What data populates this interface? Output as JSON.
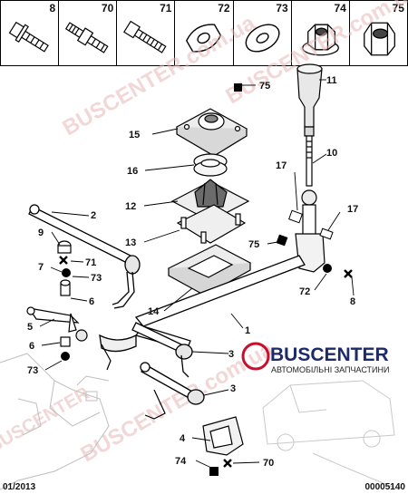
{
  "hardware": [
    {
      "num": "8",
      "icon": "bolt-flange-icon"
    },
    {
      "num": "70",
      "icon": "stud-bolt-icon"
    },
    {
      "num": "71",
      "icon": "threaded-bolt-icon"
    },
    {
      "num": "72",
      "icon": "curved-washer-icon"
    },
    {
      "num": "73",
      "icon": "flat-washer-icon"
    },
    {
      "num": "74",
      "icon": "flange-nut-icon"
    },
    {
      "num": "75",
      "icon": "hex-nut-icon"
    }
  ],
  "callouts": {
    "c1": "1",
    "c2": "2",
    "c3a": "3",
    "c3b": "3",
    "c4": "4",
    "c5": "5",
    "c6a": "6",
    "c6b": "6",
    "c7": "7",
    "c8": "8",
    "c9": "9",
    "c10": "10",
    "c11": "11",
    "c12": "12",
    "c13": "13",
    "c14": "14",
    "c15": "15",
    "c16": "16",
    "c17a": "17",
    "c17b": "17",
    "c70": "70",
    "c71": "71",
    "c72": "72",
    "c73a": "73",
    "c73b": "73",
    "c74": "74",
    "c75a": "75",
    "c75b": "75"
  },
  "watermark": {
    "text1": "BUSCENTER.com.ua",
    "text2": "BUSCENTER.com.ua",
    "text3": "BUSCENTER.com.ua",
    "text4": "BUSCENTER"
  },
  "brand": {
    "name": "BUSCENTER",
    "tagline": "АВТОМОБІЛЬНІ ЗАПЧАСТИНИ",
    "accent": "#c8102e",
    "navy": "#1d2b6b"
  },
  "footer": {
    "date": "01/2013",
    "ref": "00005140"
  }
}
